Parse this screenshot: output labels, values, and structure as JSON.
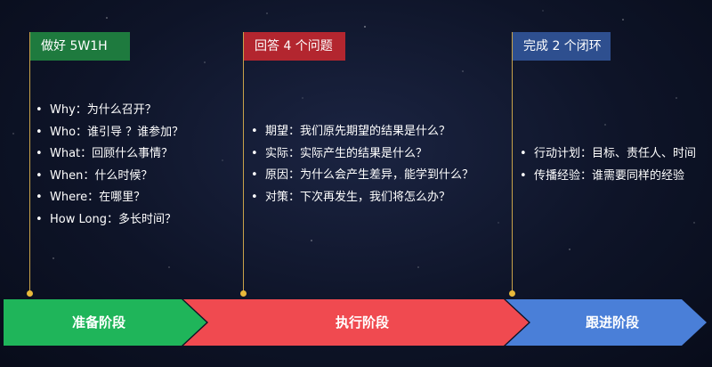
{
  "columns": [
    {
      "tag": "做好 5W1H",
      "items": [
        "Why：为什么召开？",
        "Who：谁引导 ？谁参加？",
        "What：回顾什么事情？",
        "When：什么时候？",
        "Where：在哪里？",
        "How Long：多长时间？"
      ]
    },
    {
      "tag": "回答 4 个问题",
      "items": [
        "期望：我们原先期望的结果是什么？",
        "实际：实际产生的结果是什么？",
        "原因：为什么会产生差异，能学到什么？",
        "对策：下次再发生，我们将怎么办？"
      ]
    },
    {
      "tag": "完成 2 个闭环",
      "items": [
        "行动计划：目标、责任人、时间",
        "传播经验：谁需要同样的经验"
      ]
    }
  ],
  "phases": [
    "准备阶段",
    "执行阶段",
    "跟进阶段"
  ],
  "colors": {
    "green": "#1fb55a",
    "red": "#f04a50",
    "blue": "#4a7fd8",
    "line": "#c8a24a"
  }
}
